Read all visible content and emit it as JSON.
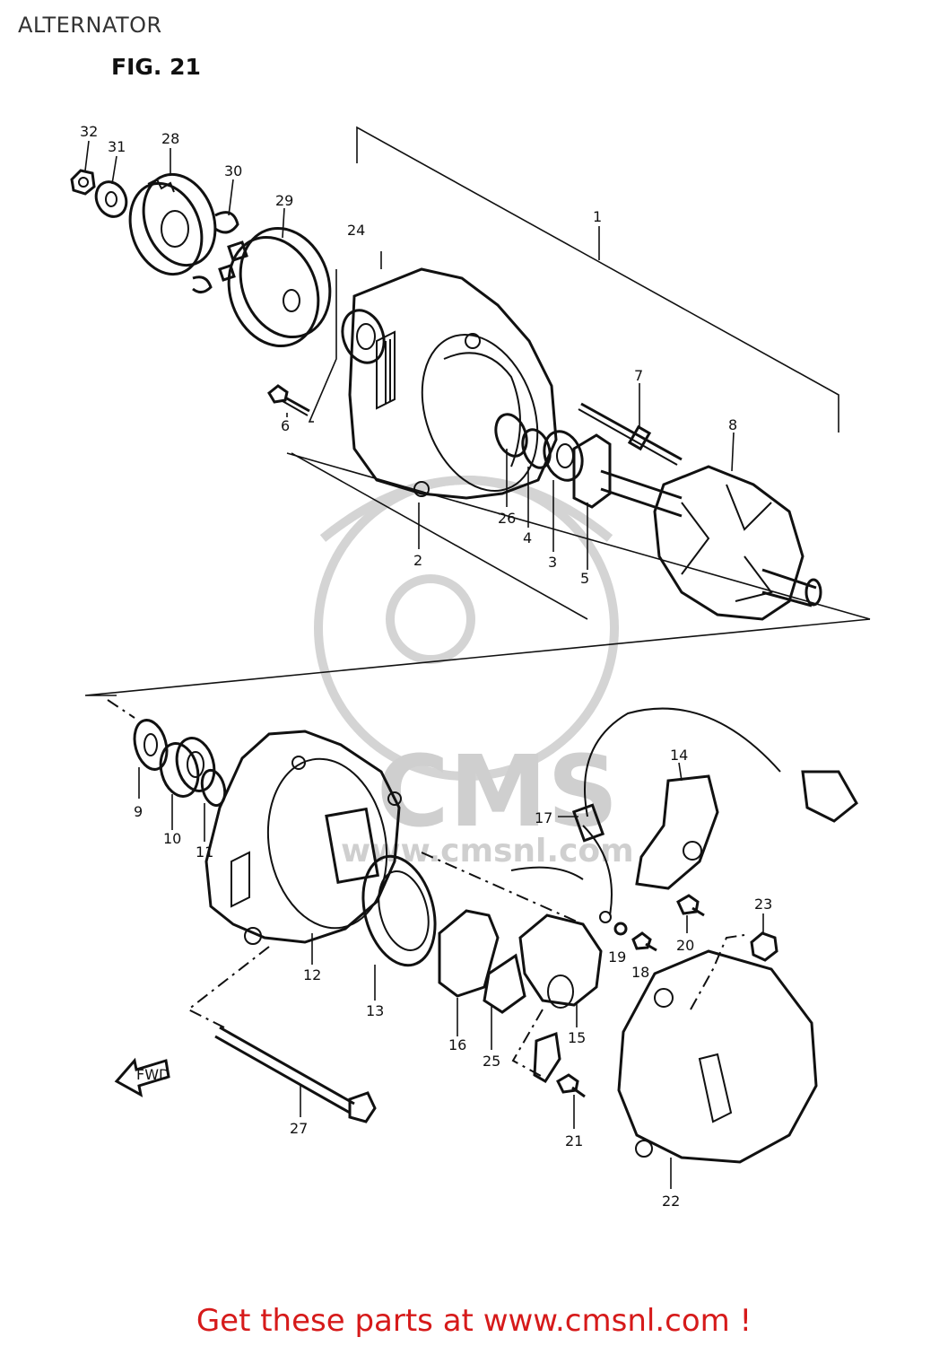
{
  "header": {
    "title": "ALTERNATOR",
    "figure": "FIG. 21"
  },
  "footer": {
    "prefix": "Get these parts at ",
    "link": "www.cmsnl.com",
    "suffix": " !"
  },
  "watermark": {
    "logo_text": "CMS",
    "url_text": "www.cmsnl.com"
  },
  "diagram": {
    "fwd_arrow_label": "FWD",
    "part_labels": [
      "1",
      "2",
      "3",
      "4",
      "5",
      "6",
      "7",
      "8",
      "9",
      "10",
      "11",
      "12",
      "13",
      "14",
      "15",
      "16",
      "17",
      "18",
      "19",
      "20",
      "21",
      "22",
      "23",
      "24",
      "25",
      "26",
      "27",
      "28",
      "29",
      "30",
      "31",
      "32"
    ]
  }
}
